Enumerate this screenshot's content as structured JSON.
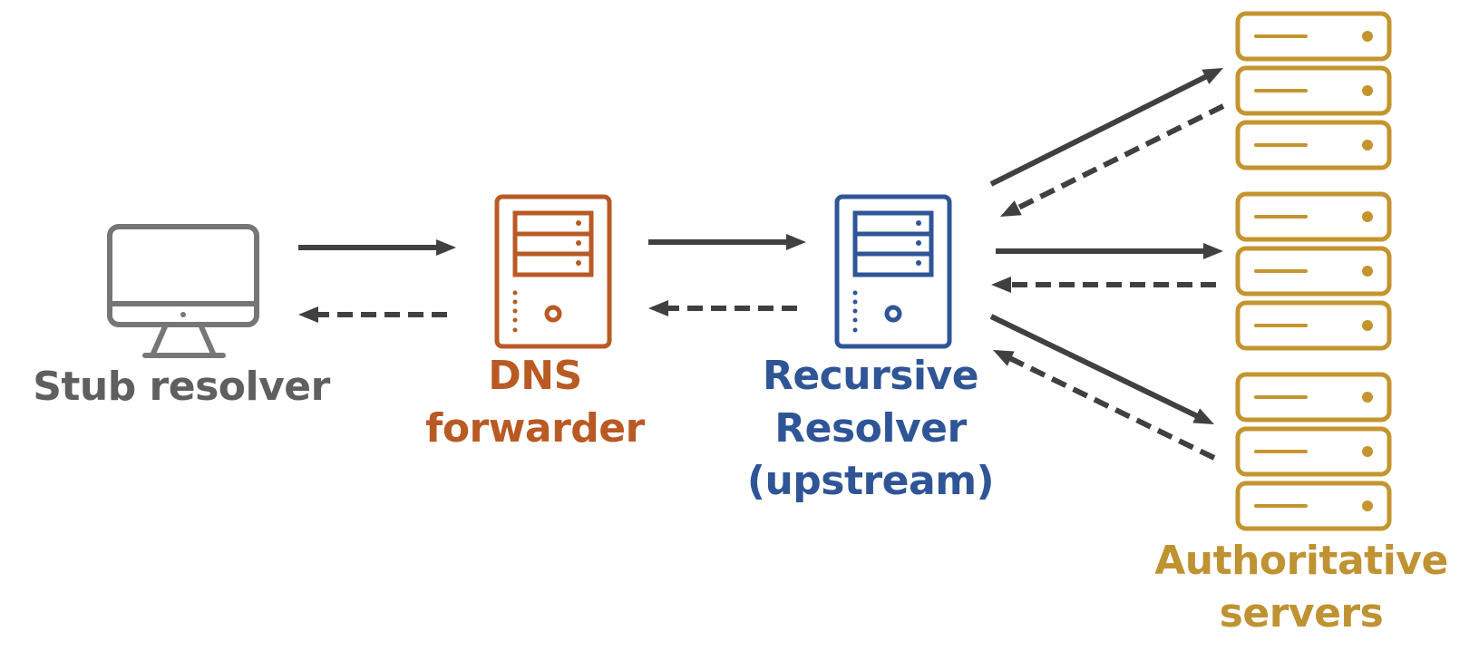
{
  "nodes": {
    "stub": {
      "label": "Stub resolver",
      "color": "#6b6b6b",
      "icon": "monitor-icon"
    },
    "forwarder": {
      "label_lines": [
        "DNS",
        "forwarder"
      ],
      "color": "#b95a24",
      "icon": "server-tower-icon"
    },
    "recursive": {
      "label_lines": [
        "Recursive",
        "Resolver",
        "(upstream)"
      ],
      "color": "#2f5597",
      "icon": "server-tower-icon"
    },
    "authoritative": {
      "label_lines": [
        "Authoritative",
        "servers"
      ],
      "color": "#c4952f",
      "icon": "server-rack-icon",
      "rack_count": 3
    }
  },
  "edges": [
    {
      "from": "stub",
      "to": "forwarder",
      "style": "solid",
      "meaning": "query"
    },
    {
      "from": "forwarder",
      "to": "stub",
      "style": "dashed",
      "meaning": "response"
    },
    {
      "from": "forwarder",
      "to": "recursive",
      "style": "solid",
      "meaning": "query"
    },
    {
      "from": "recursive",
      "to": "forwarder",
      "style": "dashed",
      "meaning": "response"
    },
    {
      "from": "recursive",
      "to": "authoritative-1",
      "style": "solid",
      "meaning": "query"
    },
    {
      "from": "authoritative-1",
      "to": "recursive",
      "style": "dashed",
      "meaning": "response"
    },
    {
      "from": "recursive",
      "to": "authoritative-2",
      "style": "solid",
      "meaning": "query"
    },
    {
      "from": "authoritative-2",
      "to": "recursive",
      "style": "dashed",
      "meaning": "response"
    },
    {
      "from": "recursive",
      "to": "authoritative-3",
      "style": "solid",
      "meaning": "query"
    },
    {
      "from": "authoritative-3",
      "to": "recursive",
      "style": "dashed",
      "meaning": "response"
    }
  ],
  "arrow_color": "#404040"
}
